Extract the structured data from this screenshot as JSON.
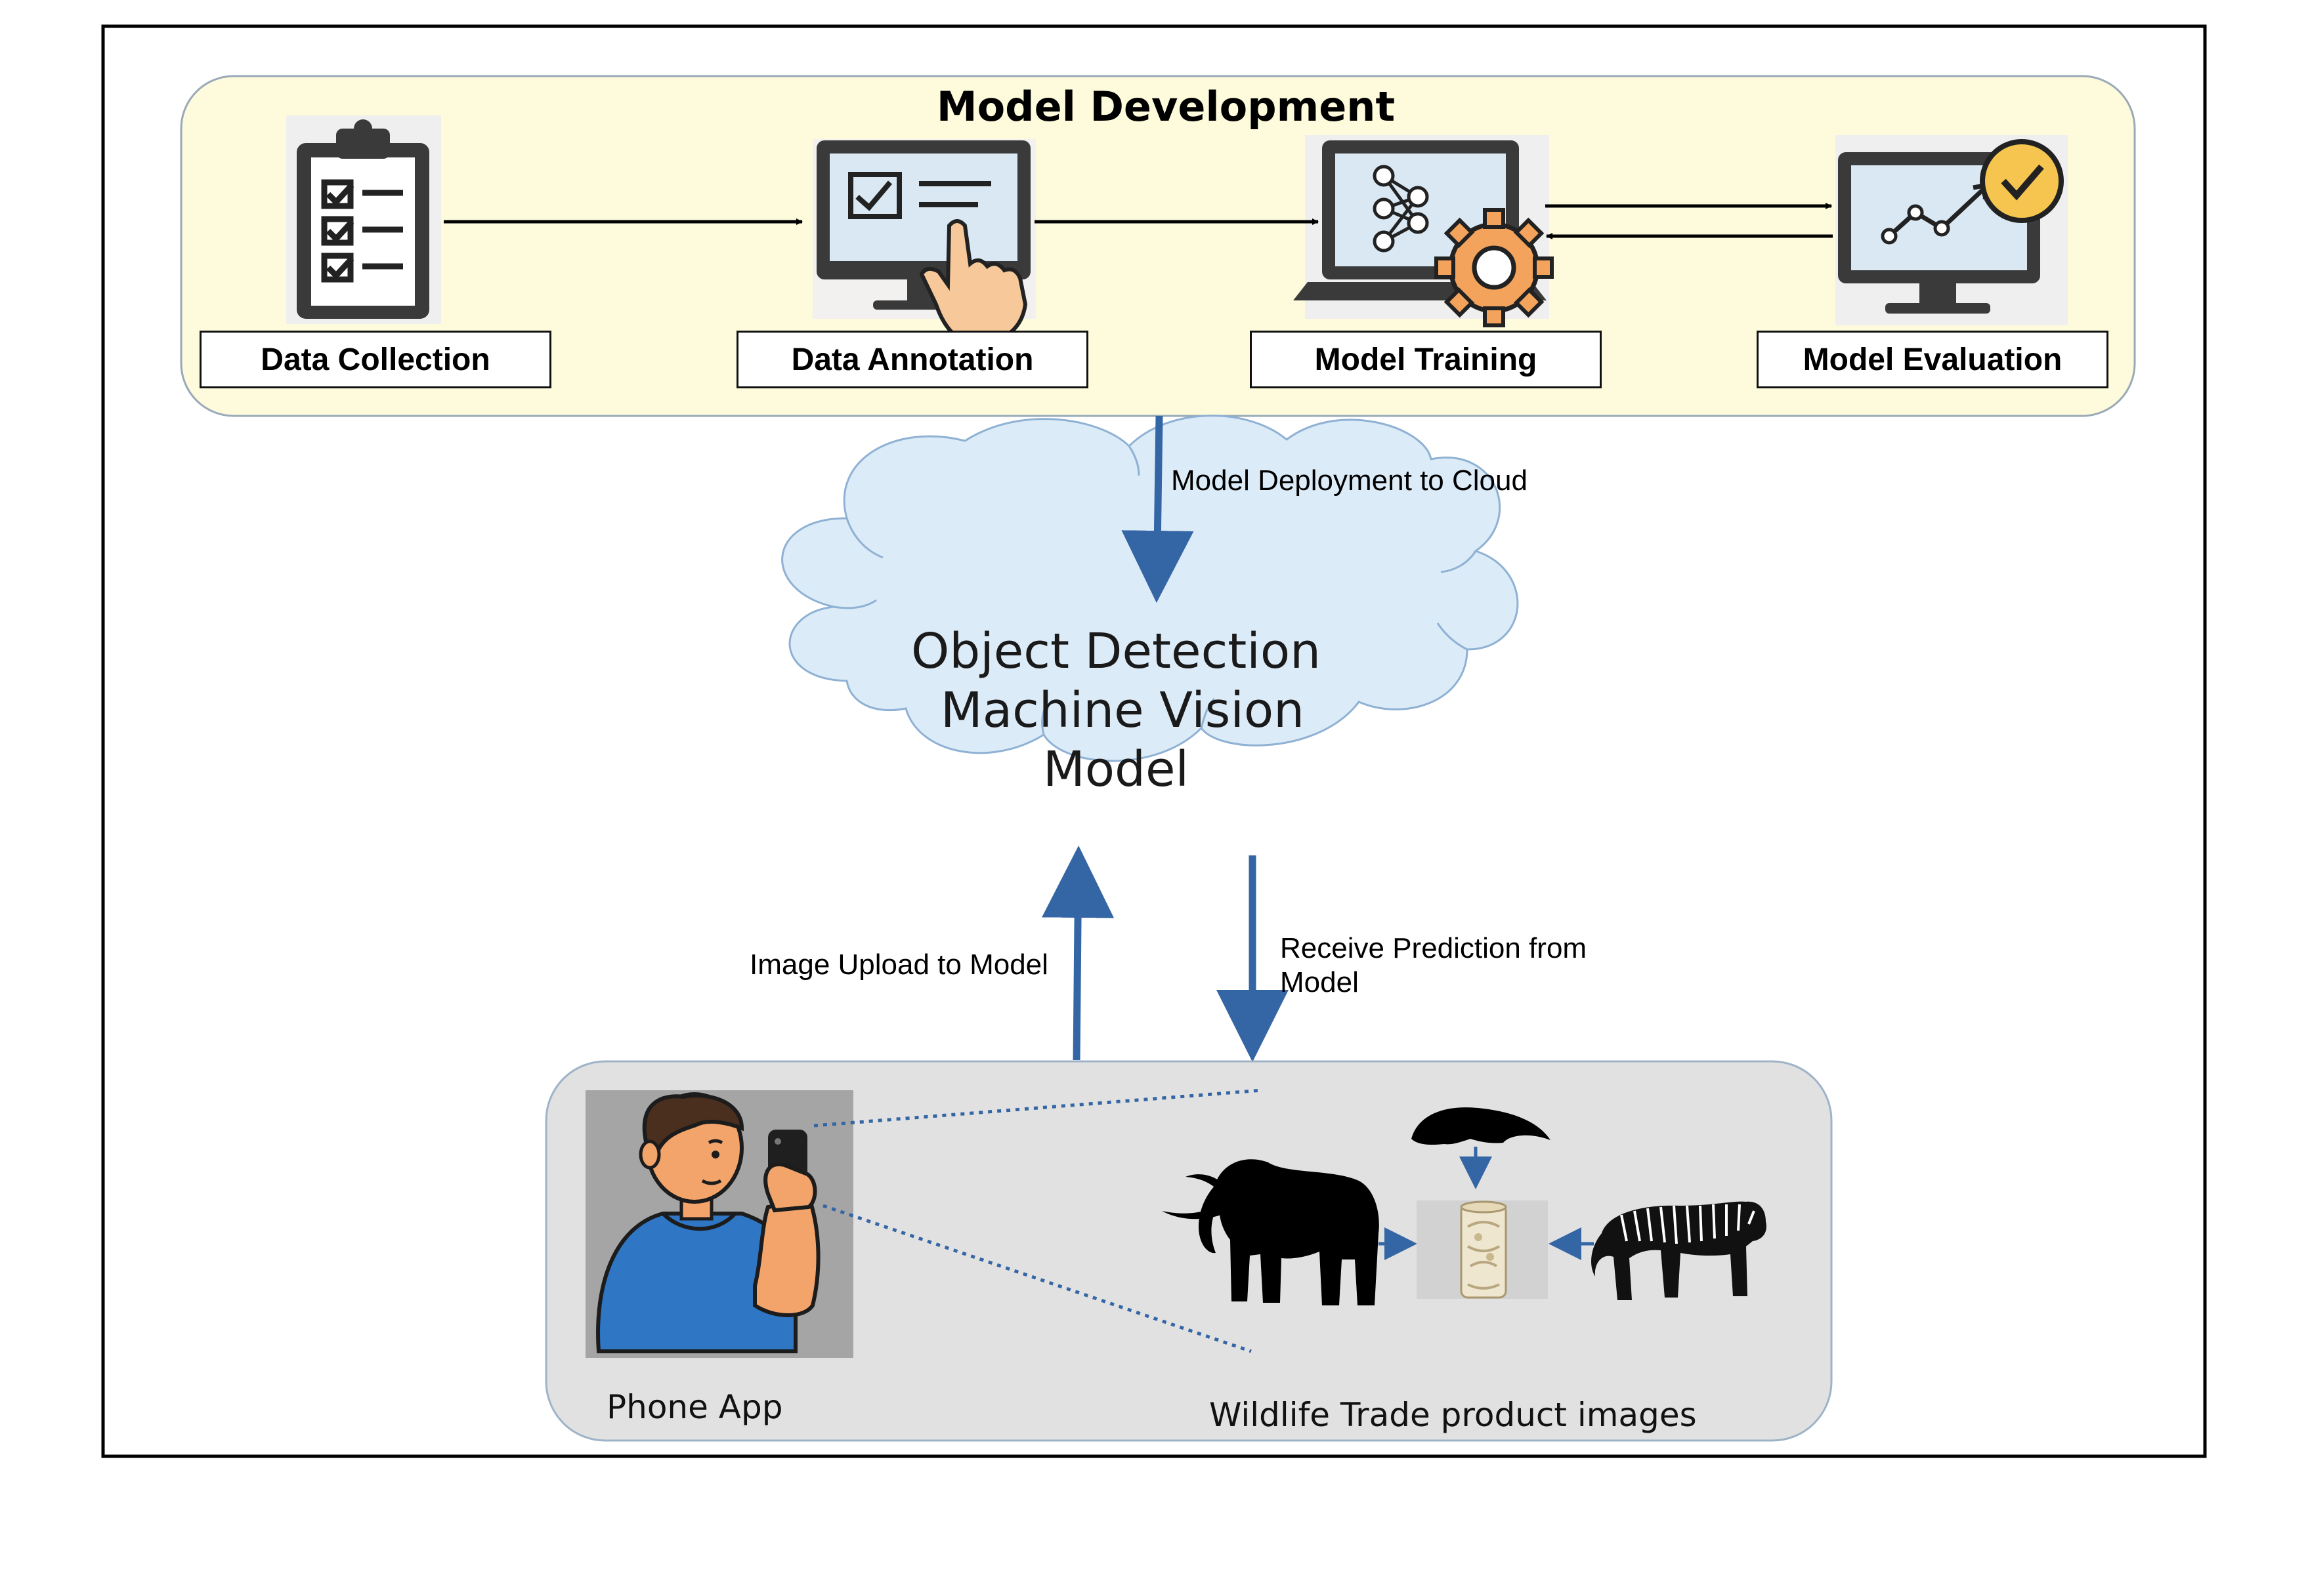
{
  "diagram": {
    "development": {
      "title": "Model Development",
      "steps": [
        {
          "label": "Data Collection",
          "icon": "clipboard-checklist-icon"
        },
        {
          "label": "Data Annotation",
          "icon": "monitor-touch-icon"
        },
        {
          "label": "Model Training",
          "icon": "laptop-neural-network-gear-icon"
        },
        {
          "label": "Model Evaluation",
          "icon": "monitor-chart-check-icon"
        }
      ]
    },
    "deploy_label": "Model Deployment to Cloud",
    "cloud": {
      "lines": [
        "Object Detection",
        "Machine Vision",
        "Model"
      ]
    },
    "upload_label": "Image Upload to Model",
    "receive_label": [
      "Receive Prediction from",
      "Model"
    ],
    "phone_app_label": "Phone App",
    "products_label": "Wildlife Trade product images",
    "colors": {
      "dev_panel": "#fdfbdc",
      "cloud_fill": "#dcebf8",
      "cloud_stroke": "#8fb1d3",
      "arrow_blue": "#3465a4",
      "bottom_panel": "#e1e1e1",
      "shirt_blue": "#2f76c4",
      "skin": "#f2a46b"
    }
  }
}
